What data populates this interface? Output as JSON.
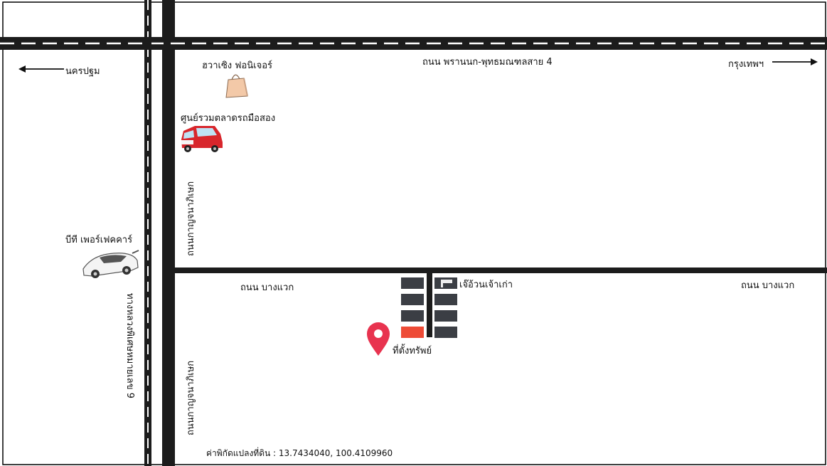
{
  "roads": {
    "top_road": "ถนน พรานนก-พุทธมณฑลสาย 4",
    "bangwaek_left": "ถนน บางแวก",
    "bangwaek_right": "ถนน บางแวก",
    "kanchana_upper": "ถนนกาญจนาภิเษก",
    "kanchana_lower": "ถนนกาญจนาภิเษก",
    "highway_9": "ทางหลวงพิเศษหมายเลข 9"
  },
  "directions": {
    "west": "นครปฐม",
    "east": "กรุงเทพฯ"
  },
  "landmarks": {
    "furniture": "ฮวาเซิง ฟอนิเจอร์",
    "used_car_market": "ศูนย์รวมตลาดรถมือสอง",
    "bt_perfect_car": "บีที เพอร์เฟคคาร์",
    "jay_uan": "เจ๊อ้วนเจ้าเก่า"
  },
  "property": {
    "label": "ที่ตั้งทรัพย์"
  },
  "coordinates": {
    "text": "ค่าพิกัดแปลงที่ดิน : 13.7434040, 100.4109960"
  },
  "colors": {
    "road": "#1c1c1c",
    "lane": "#ffffff",
    "lot": "#3b3e44",
    "lot_highlight": "#ee4b36",
    "pin": "#e8334f",
    "car_red": "#d8262c",
    "bag": "#f3c9a8",
    "border": "#000000"
  },
  "icons": {
    "pin": "location-pin-icon",
    "bag": "shopping-bag-icon",
    "red_car": "red-car-icon",
    "sports_car": "white-sports-car-icon",
    "stall": "food-stall-icon"
  }
}
